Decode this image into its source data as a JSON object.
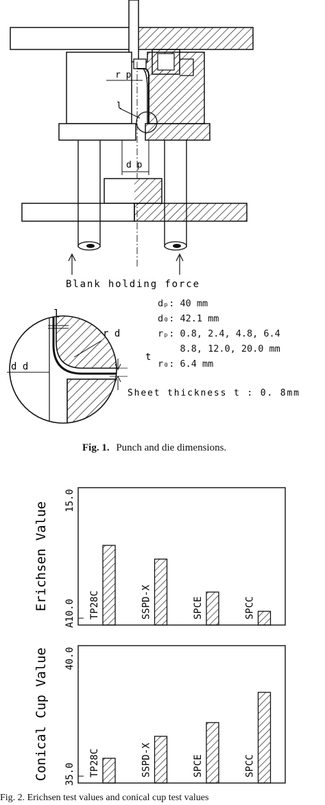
{
  "fig1": {
    "labels": {
      "rp": "r p",
      "l": "l",
      "dp": "d p",
      "blank_holding": "Blank holding force",
      "l_detail": "l",
      "rd": "r d",
      "dd": "d d",
      "t": "t",
      "sheet_thickness": "Sheet thickness t : 0. 8mm"
    },
    "specs": {
      "dp": "dₚ: 40 mm",
      "dd": "d₀: 42.1 mm",
      "rp1": "rₚ: 0.8, 2.4, 4.8, 6.4",
      "rp2": "    8.8, 12.0, 20.0 mm",
      "rd": "r₀: 6.4 mm"
    },
    "caption_num": "Fig. 1.",
    "caption_text": "Punch and die dimensions."
  },
  "fig2": {
    "caption": "Fig. 2.   Erichsen test values and conical cup test values"
  },
  "chart_data": [
    {
      "type": "bar",
      "ylabel": "Erichsen Value",
      "ylim": [
        10.0,
        15.0
      ],
      "ytick_top": "15.0",
      "ytick_bottom": "A10.0",
      "categories": [
        "TP28C",
        "SSPD-X",
        "SPCE",
        "SPCC"
      ],
      "values": [
        12.9,
        12.4,
        11.2,
        10.5
      ]
    },
    {
      "type": "bar",
      "ylabel": "Conical Cup Value",
      "ylim": [
        35.0,
        40.0
      ],
      "ytick_top": "40.0",
      "ytick_bottom": "35.0",
      "categories": [
        "TP28C",
        "SSPD-X",
        "SPCE",
        "SPCC"
      ],
      "values": [
        35.9,
        36.7,
        37.2,
        38.3
      ]
    }
  ]
}
